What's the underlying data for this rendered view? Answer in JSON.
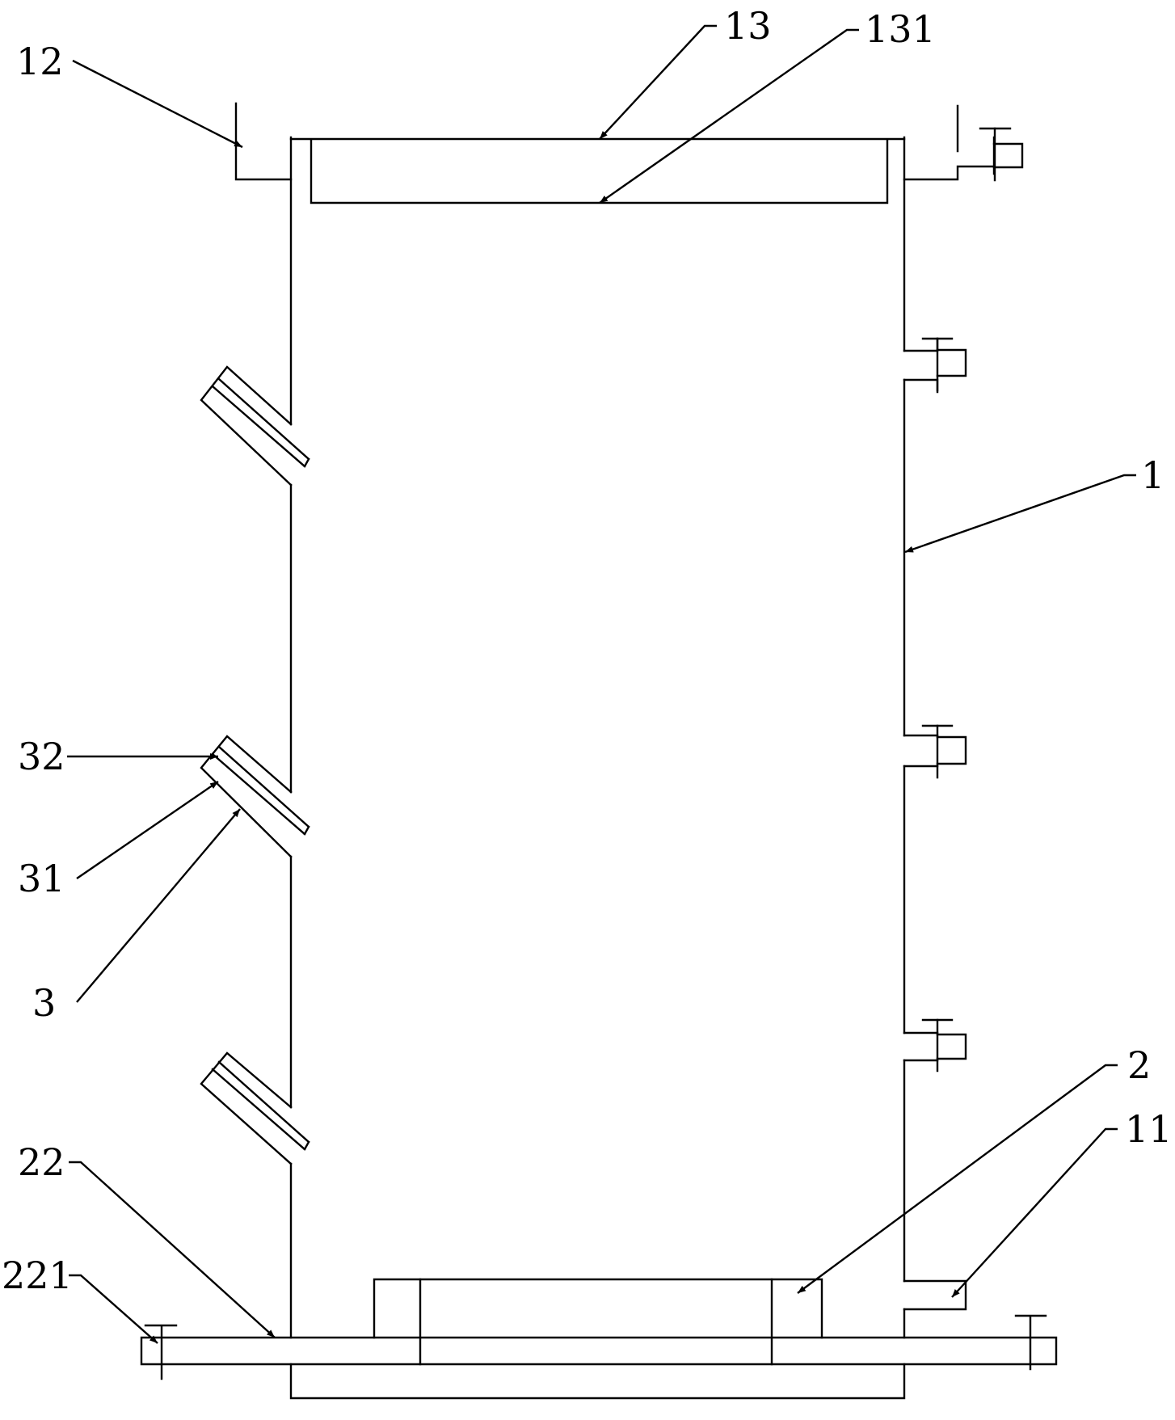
{
  "labels": {
    "l12": "12",
    "l13": "13",
    "l131": "131",
    "l1": "1",
    "l32": "32",
    "l31": "31",
    "l3": "3",
    "l2": "2",
    "l11": "11",
    "l22": "22",
    "l221": "221"
  },
  "colors": {
    "stroke": "#000000",
    "background": "#ffffff"
  }
}
